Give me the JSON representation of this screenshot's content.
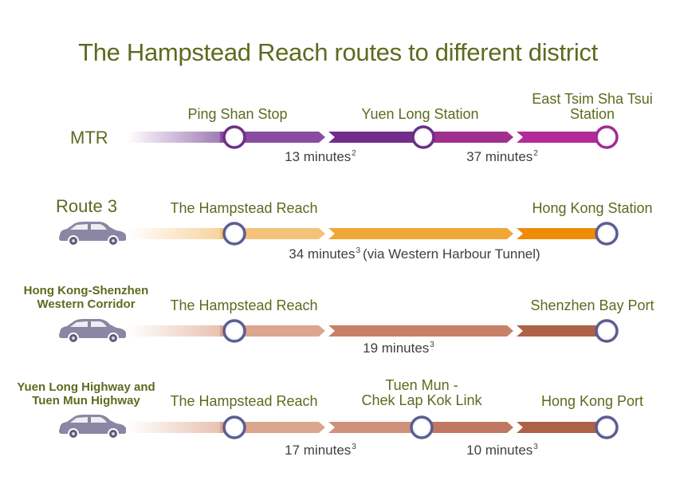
{
  "title": "The Hampstead Reach routes to different district",
  "colors": {
    "text": "#5c6b1f",
    "time_text": "#3f3f3f",
    "car_body": "#8b86a3",
    "mtr_line": [
      "#c9b6d4",
      "#7c3d96",
      "#9b2f8e",
      "#b2279a"
    ],
    "route3_line": [
      "#fbe3c2",
      "#f3b34c",
      "#ef9a1a",
      "#ee8a05"
    ],
    "corridor_line": [
      "#f4ddd2",
      "#dca58d",
      "#c8826b",
      "#ad6145"
    ],
    "highway_line": [
      "#f4ddd2",
      "#dca58d",
      "#c8826b",
      "#ad6145"
    ]
  },
  "routes": {
    "mtr": {
      "mode": "MTR",
      "stop1": "Ping Shan Stop",
      "stop2": "Yuen Long Station",
      "stop3_line1": "East Tsim Sha Tsui",
      "stop3_line2": "Station",
      "time1": "13 minutes",
      "time1_sup": "2",
      "time2": "37 minutes",
      "time2_sup": "2",
      "icon": "none"
    },
    "route3": {
      "mode": "Route 3",
      "stop1": "The Hampstead Reach",
      "stop2": "Hong Kong Station",
      "time1": "34 minutes",
      "time1_sup": "3",
      "time1_note": "(via Western Harbour Tunnel)",
      "icon": "car-icon"
    },
    "corridor": {
      "mode_line1": "Hong Kong-Shenzhen",
      "mode_line2": "Western Corridor",
      "stop1": "The Hampstead Reach",
      "stop2": "Shenzhen Bay Port",
      "time1": "19 minutes",
      "time1_sup": "3",
      "icon": "car-icon"
    },
    "highway": {
      "mode_line1": "Yuen Long Highway and",
      "mode_line2": "Tuen Mun Highway",
      "stop1": "The Hampstead Reach",
      "stop2_line1": "Tuen Mun -",
      "stop2_line2": "Chek Lap Kok Link",
      "stop3": "Hong Kong Port",
      "time1": "17 minutes",
      "time1_sup": "3",
      "time2": "10 minutes",
      "time2_sup": "3",
      "icon": "car-icon"
    }
  }
}
